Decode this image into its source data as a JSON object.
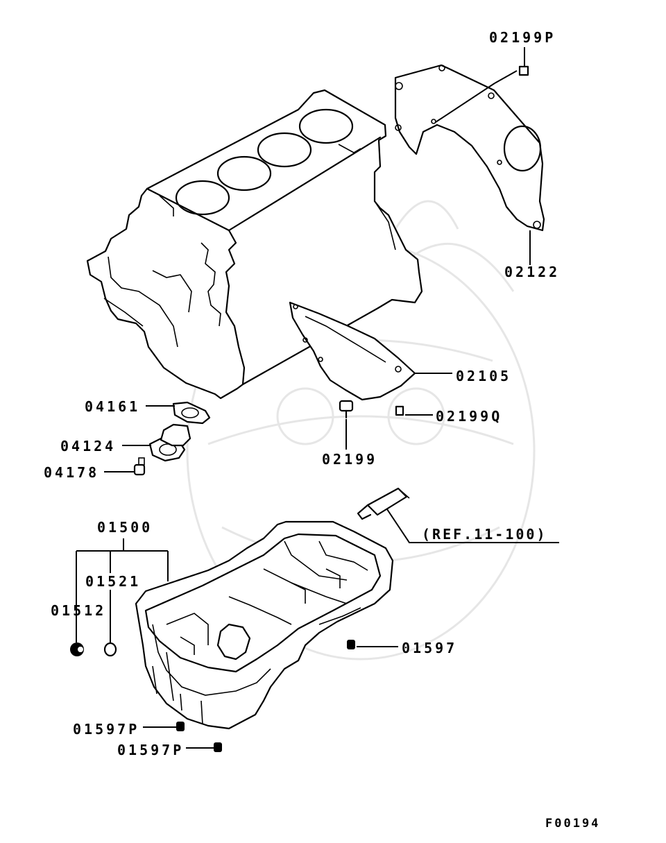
{
  "colors": {
    "line": "#000000",
    "background": "#ffffff",
    "watermark": "#e6e6e6"
  },
  "labels": {
    "p02199P": "02199P",
    "p02122": "02122",
    "p02105": "02105",
    "p02199Q": "02199Q",
    "p02199": "02199",
    "p04161": "04161",
    "p04124": "04124",
    "p04178": "04178",
    "p01500": "01500",
    "p01521": "01521",
    "p01512": "01512",
    "p01597": "01597",
    "p01597P_a": "01597P",
    "p01597P_b": "01597P",
    "ref": "(REF.11-100)",
    "figure_code": "F00194"
  }
}
